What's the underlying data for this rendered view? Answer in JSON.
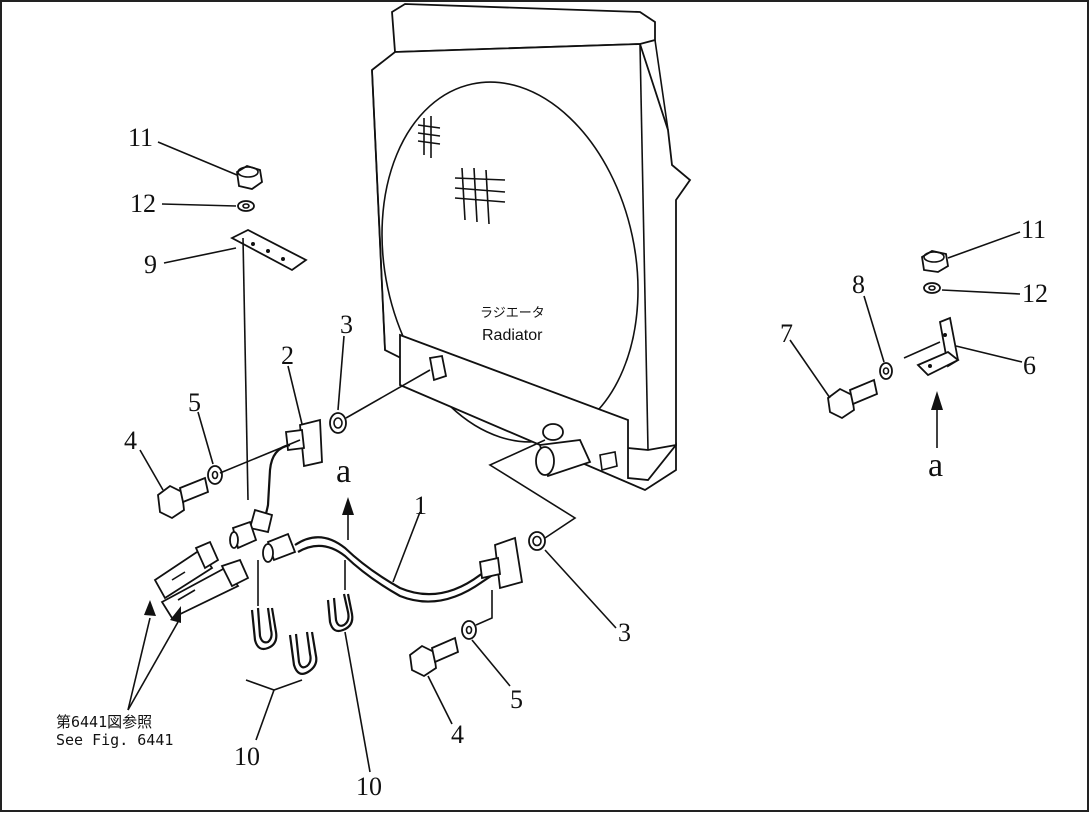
{
  "radiator": {
    "label_jp": "ラジエータ",
    "label_en": "Radiator"
  },
  "callouts": {
    "pipe": "1",
    "flange": "2",
    "o_ring_upper": "3",
    "o_ring_lower": "3",
    "bolt_left": "4",
    "bolt_lower": "4",
    "washer_left": "5",
    "washer_lower": "5",
    "bracket_right": "6",
    "bolt_right": "7",
    "washer_right": "8",
    "plate_left": "9",
    "clamp_group": "10",
    "clamp_single": "10",
    "nut_left": "11",
    "nut_right": "11",
    "lockwasher_left": "12",
    "lockwasher_right": "12"
  },
  "view_markers": {
    "center": "a",
    "right": "a"
  },
  "reference_note": {
    "jp": "第6441図参照",
    "en": "See Fig. 6441"
  }
}
